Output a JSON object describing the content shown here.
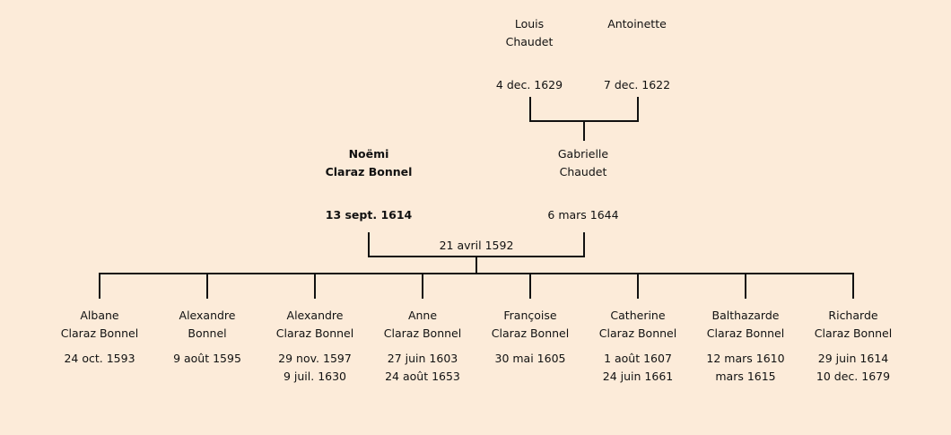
{
  "grandparents": [
    {
      "first": "Louis",
      "last": "Chaudet",
      "date": "4 dec. 1629"
    },
    {
      "first": "Antoinette",
      "last": "",
      "date": "7 dec. 1622"
    }
  ],
  "parents": [
    {
      "first": "Noëmi",
      "last": "Claraz Bonnel",
      "date": "13 sept. 1614",
      "highlighted": true
    },
    {
      "first": "Gabrielle",
      "last": "Chaudet",
      "date": "6 mars 1644"
    }
  ],
  "marriage_date": "21 avril 1592",
  "children": [
    {
      "first": "Albane",
      "last": "Claraz Bonnel",
      "birth": "24 oct. 1593",
      "death": ""
    },
    {
      "first": "Alexandre",
      "last": "Bonnel",
      "birth": "9 août 1595",
      "death": ""
    },
    {
      "first": "Alexandre",
      "last": "Claraz Bonnel",
      "birth": "29 nov. 1597",
      "death": "9 juil. 1630"
    },
    {
      "first": "Anne",
      "last": "Claraz Bonnel",
      "birth": "27 juin 1603",
      "death": "24 août 1653"
    },
    {
      "first": "Françoise",
      "last": "Claraz Bonnel",
      "birth": "30 mai 1605",
      "death": ""
    },
    {
      "first": "Catherine",
      "last": "Claraz Bonnel",
      "birth": "1 août 1607",
      "death": "24 juin 1661"
    },
    {
      "first": "Balthazarde",
      "last": "Claraz Bonnel",
      "birth": "12 mars 1610",
      "death": "mars 1615"
    },
    {
      "first": "Richarde",
      "last": "Claraz Bonnel",
      "birth": "29 juin 1614",
      "death": "10 dec. 1679"
    }
  ]
}
